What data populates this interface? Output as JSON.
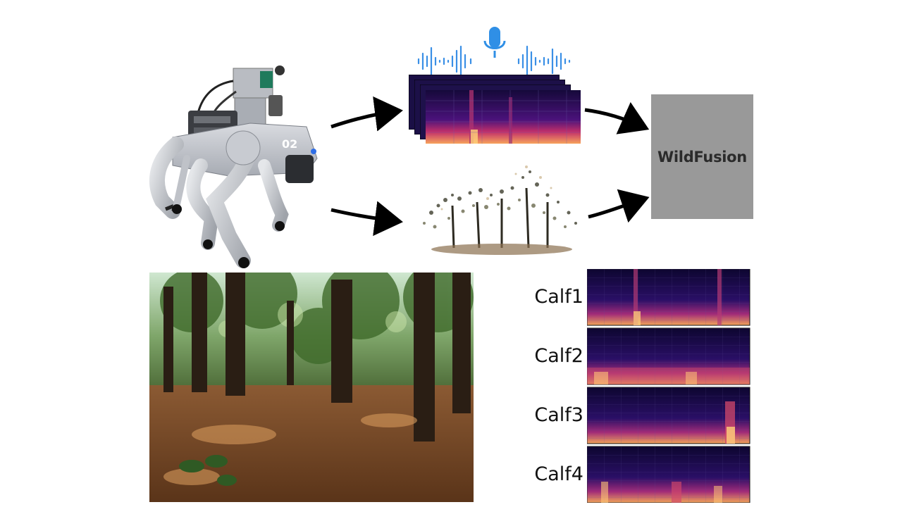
{
  "fusion": {
    "label": "WildFusion"
  },
  "calf": [
    {
      "label": "Calf1"
    },
    {
      "label": "Calf2"
    },
    {
      "label": "Calf3"
    },
    {
      "label": "Calf4"
    }
  ],
  "colors": {
    "audio_accent": "#2f8fe6",
    "fusion_box": "#999999",
    "spectrogram_dark": "#120a3a",
    "spectrogram_hot": "#ffcf6a"
  },
  "icons": [
    "robot-dog-image",
    "microphone-icon",
    "audio-waveform-icon",
    "point-cloud-image",
    "forest-photo"
  ]
}
